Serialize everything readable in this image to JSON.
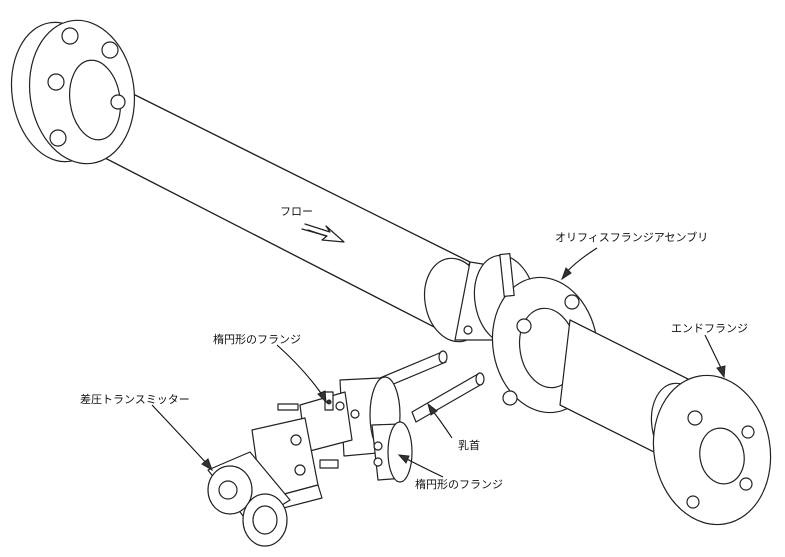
{
  "labels": {
    "flow": "フロー",
    "orifice_assembly": "オリフィスフランジアセンブリ",
    "end_flange": "エンドフランジ",
    "ellipse_flange_top": "楕円形のフランジ",
    "ellipse_flange_bottom": "楕円形のフランジ",
    "dp_transmitter": "差圧トランスミッター",
    "nipple": "乳首"
  }
}
